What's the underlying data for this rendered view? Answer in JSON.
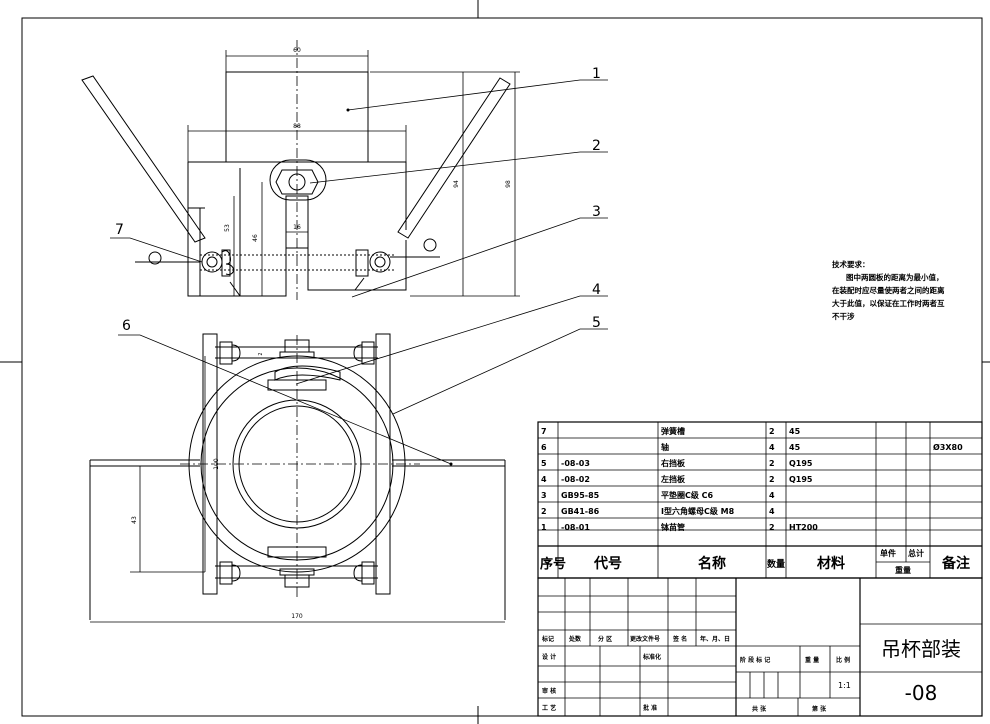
{
  "balloons": [
    "1",
    "2",
    "3",
    "4",
    "5",
    "6",
    "7"
  ],
  "dimensions": {
    "d60": "60",
    "d88": "88",
    "d94": "94",
    "d98": "98",
    "d16": "16",
    "d53": "53",
    "d46": "46",
    "d100": "100",
    "d43": "43",
    "d170": "170",
    "d2": "2"
  },
  "notes": {
    "title": "技术要求：",
    "lines": [
      "图中两圆板的距离为最小值，",
      "在装配时应尽量使两者之间的距离",
      "大于此值，以保证在工作时两者互",
      "不干涉"
    ]
  },
  "bom": [
    {
      "no": "7",
      "code": "",
      "name": "弹簧槽",
      "qty": "2",
      "material": "45",
      "unit": "",
      "total": "",
      "remark": ""
    },
    {
      "no": "6",
      "code": "",
      "name": "轴",
      "qty": "4",
      "material": "45",
      "unit": "",
      "total": "",
      "remark": "Ø3X80"
    },
    {
      "no": "5",
      "code": "-08-03",
      "name": "右挡板",
      "qty": "2",
      "material": "Q195",
      "unit": "",
      "total": "",
      "remark": ""
    },
    {
      "no": "4",
      "code": "-08-02",
      "name": "左挡板",
      "qty": "2",
      "material": "Q195",
      "unit": "",
      "total": "",
      "remark": ""
    },
    {
      "no": "3",
      "code": "GB95-85",
      "name": "平垫圈C级 C6",
      "qty": "4",
      "material": "",
      "unit": "",
      "total": "",
      "remark": ""
    },
    {
      "no": "2",
      "code": "GB41-86",
      "name": "I型六角螺母C级 M8",
      "qty": "4",
      "material": "",
      "unit": "",
      "total": "",
      "remark": ""
    },
    {
      "no": "1",
      "code": "-08-01",
      "name": "钵苗管",
      "qty": "2",
      "material": "HT200",
      "unit": "",
      "total": "",
      "remark": ""
    }
  ],
  "bom_header": {
    "no": "序号",
    "code": "代号",
    "name": "名称",
    "qty": "数量",
    "material": "材料",
    "unit": "单件",
    "total": "总计",
    "weight": "重量",
    "remark": "备注"
  },
  "title_block": {
    "mark": "标记",
    "count": "处数",
    "zone": "分 区",
    "change": "更改文件号",
    "sign": "签 名",
    "date": "年、月、日",
    "design": "设 计",
    "standard": "标准化",
    "review": "审 核",
    "process": "工 艺",
    "approve": "批 准",
    "stage": "阶 段 标 记",
    "weight": "重 量",
    "scale": "比 例",
    "scale_value": "1:1",
    "sheets": "共    张",
    "sheet": "第    张",
    "drawing_name": "吊杯部装",
    "drawing_no": "-08"
  }
}
